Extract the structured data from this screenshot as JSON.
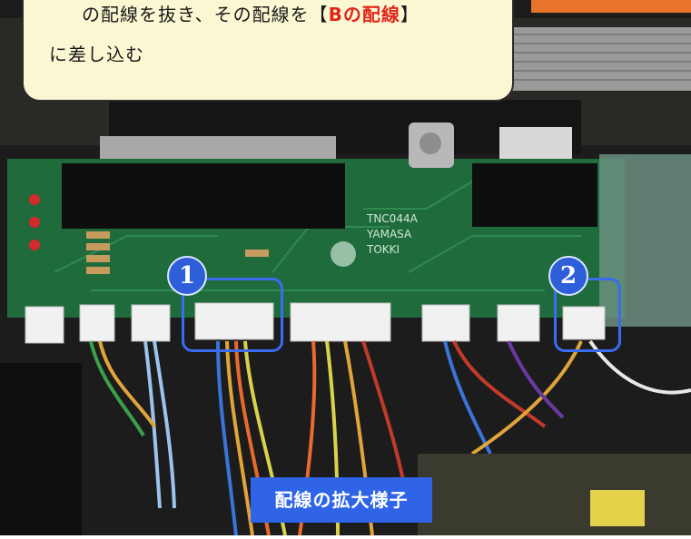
{
  "callout": {
    "line1_text": "の配線を抜き、その配線を【",
    "line1_highlight": "Bの配線",
    "line1_end": "】",
    "line2_text": "に差し込む"
  },
  "markers": [
    {
      "label": "1"
    },
    {
      "label": "2"
    }
  ],
  "board": {
    "text_line1": "TNC044A",
    "text_line2": "YAMASA",
    "text_line3": "TOKKI"
  },
  "caption": {
    "text": "配線の拡大様子"
  },
  "colors": {
    "accent_blue": "#2f5fd8",
    "highlight_red": "#e0261b",
    "callout_bg": "#fbf7d3",
    "pcb_green": "#1f6b3c",
    "orange_bar": "#e8742a"
  }
}
